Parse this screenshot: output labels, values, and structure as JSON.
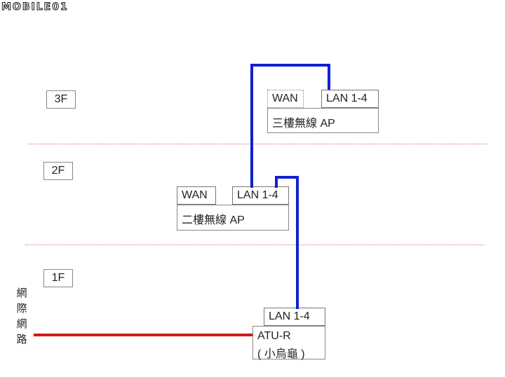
{
  "watermark": "MOBILE01",
  "floors": {
    "f3": "3F",
    "f2": "2F",
    "f1": "1F"
  },
  "internet_label": "網際網路",
  "ap3": {
    "wan": "WAN",
    "lan": "LAN 1-4",
    "name": "三樓無線 AP"
  },
  "ap2": {
    "wan": "WAN",
    "lan": "LAN 1-4",
    "name": "二樓無線 AP"
  },
  "atu": {
    "lan": "LAN 1-4",
    "name": "ATU-R",
    "sub": "( 小烏龜 )"
  },
  "colors": {
    "lan_cable": "#1020d0",
    "wan_cable": "#d01818",
    "floor_divider": "#e07070"
  }
}
